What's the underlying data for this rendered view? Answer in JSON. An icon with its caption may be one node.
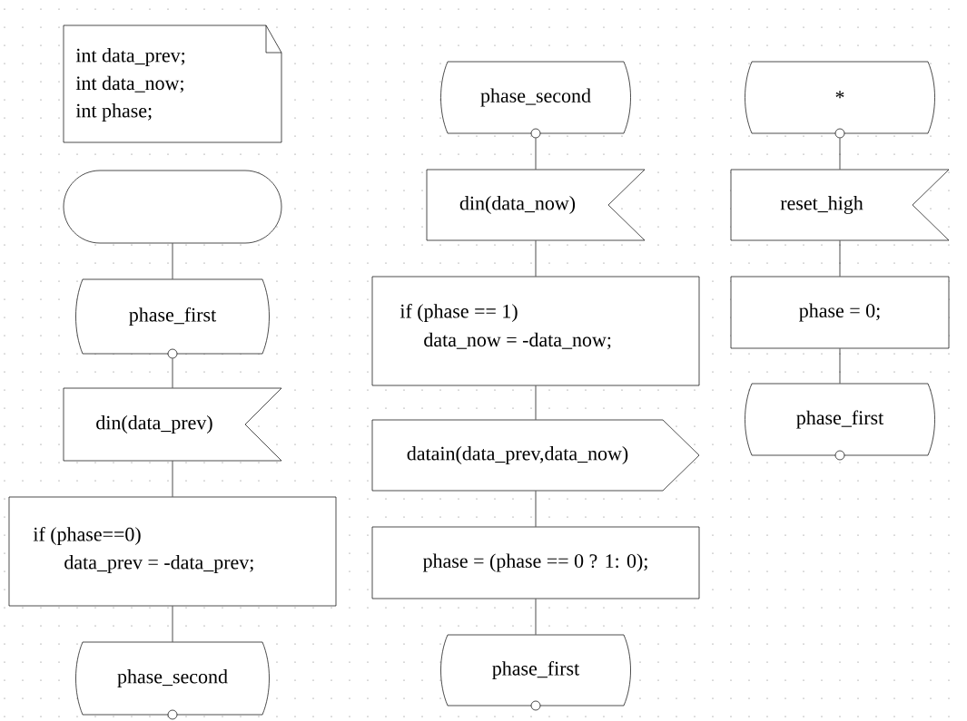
{
  "diagram": {
    "nodes": [
      {
        "text": [
          "int data_prev;",
          "int data_now;",
          "int phase;"
        ]
      },
      {
        "text": [],
        "shape": "oval"
      },
      {
        "text": [
          "phase_first"
        ]
      },
      {
        "text": [
          "din(data_prev)"
        ]
      },
      {
        "text": [
          "if (phase==0)",
          "data_prev = -data_prev;"
        ]
      },
      {
        "text": [
          "phase_second"
        ]
      },
      {
        "text": [
          "phase_second"
        ]
      },
      {
        "text": [
          "din(data_now)"
        ]
      },
      {
        "text": [
          "if (phase == 1)",
          "data_now = -data_now;"
        ]
      },
      {
        "text": [
          "datain(data_prev,data_now)"
        ]
      },
      {
        "text": [
          "phase = (phase == 0 ? 1: 0);"
        ]
      },
      {
        "text": [
          "phase_first"
        ]
      },
      {
        "text": [
          "*"
        ]
      },
      {
        "text": [
          "reset_high"
        ]
      },
      {
        "text": [
          "phase = 0;"
        ]
      },
      {
        "text": [
          "phase_first"
        ]
      }
    ],
    "edges": [
      {
        "from": 1,
        "to": 2,
        "arrow": "none"
      },
      {
        "from": 2,
        "to": 3,
        "arrow": "none"
      },
      {
        "from": 3,
        "to": 4,
        "arrow": "none"
      },
      {
        "from": 4,
        "to": 5,
        "arrow": "none"
      },
      {
        "from": 6,
        "to": 7,
        "arrow": "none"
      },
      {
        "from": 7,
        "to": 8,
        "arrow": "none"
      },
      {
        "from": 8,
        "to": 9,
        "arrow": "none"
      },
      {
        "from": 9,
        "to": 10,
        "arrow": "none"
      },
      {
        "from": 10,
        "to": 11,
        "arrow": "none"
      },
      {
        "from": 12,
        "to": 13,
        "arrow": "none"
      },
      {
        "from": 13,
        "to": 14,
        "arrow": "none"
      },
      {
        "from": 14,
        "to": 15,
        "arrow": "none"
      }
    ]
  }
}
